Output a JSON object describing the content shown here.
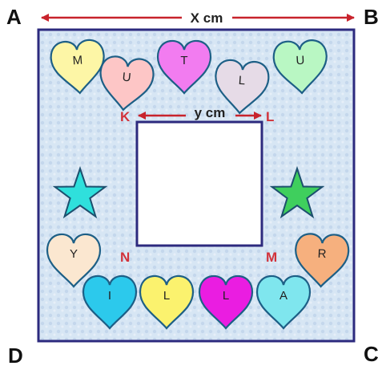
{
  "corners": {
    "a": "A",
    "b": "B",
    "c": "C",
    "d": "D"
  },
  "inner_corners": {
    "k": "K",
    "l": "L",
    "m": "M",
    "n": "N"
  },
  "dimensions": {
    "outer_width": "X cm",
    "inner_width": "y cm"
  },
  "hearts": [
    {
      "letter": "M",
      "color": "#fdf6a6"
    },
    {
      "letter": "U",
      "color": "#fdc6c6"
    },
    {
      "letter": "T",
      "color": "#f27cf0"
    },
    {
      "letter": "L",
      "color": "#e6dbe7"
    },
    {
      "letter": "U",
      "color": "#b9f7c3"
    },
    {
      "letter": "Y",
      "color": "#fbe7d0"
    },
    {
      "letter": "R",
      "color": "#f6b07e"
    },
    {
      "letter": "I",
      "color": "#2cc9ec"
    },
    {
      "letter": "L",
      "color": "#fbf26e"
    },
    {
      "letter": "L",
      "color": "#ea1de1"
    },
    {
      "letter": "A",
      "color": "#7fe6ee"
    }
  ],
  "stars": [
    {
      "name": "left-star",
      "color": "#2fe0dc"
    },
    {
      "name": "right-star",
      "color": "#3fcf5d"
    }
  ],
  "colors": {
    "outer_border": "#2c2a7e",
    "inner_border": "#2c2a7e",
    "arrow": "#c8232c",
    "inner_label": "#d2323a",
    "background_pattern": "#cfe1f2",
    "inner_fill": "#ffffff"
  }
}
